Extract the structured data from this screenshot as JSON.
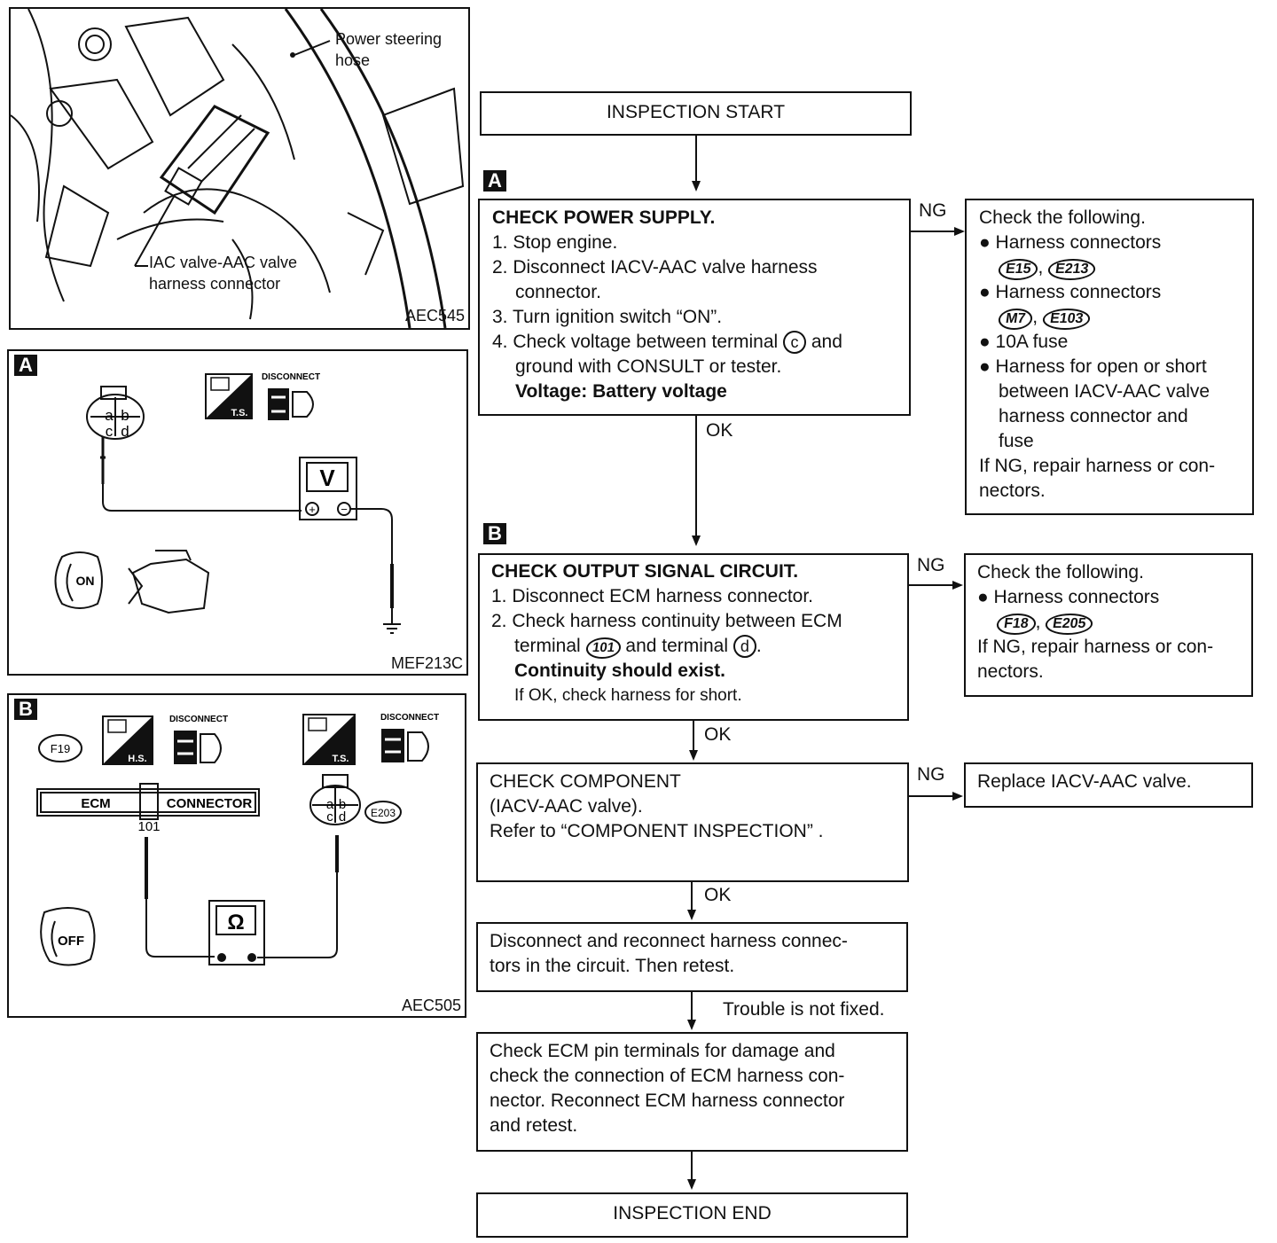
{
  "figures": {
    "top": {
      "label_hose": [
        "Power steering",
        "hose"
      ],
      "label_connector": [
        "IAC valve-AAC valve",
        "harness connector"
      ],
      "code": "AEC545"
    },
    "a": {
      "tag": "A",
      "ts": "T.S.",
      "disconnect": "DISCONNECT",
      "pins": [
        "a",
        "b",
        "c",
        "d"
      ],
      "meter": "V",
      "key": "ON",
      "code": "MEF213C"
    },
    "b": {
      "tag": "B",
      "hs": "H.S.",
      "ts": "T.S.",
      "disconnect1": "DISCONNECT",
      "disconnect2": "DISCONNECT",
      "f19": "F19",
      "ecm": "ECM",
      "connector": "CONNECTOR",
      "pin101": "101",
      "pins": [
        "a",
        "b",
        "c",
        "d"
      ],
      "e203": "E203",
      "meter": "Ω",
      "key": "OFF",
      "code": "AEC505"
    }
  },
  "flow": {
    "start": "INSPECTION START",
    "tag_a": "A",
    "step_a": {
      "title": "CHECK POWER SUPPLY.",
      "l1": "1. Stop engine.",
      "l2a": "2. Disconnect IACV-AAC valve harness",
      "l2b": "connector.",
      "l3": "3. Turn ignition switch “ON”.",
      "l4a": "4. Check voltage between terminal",
      "l4term": "c",
      "l4and": "and",
      "l4b": "ground with CONSULT or tester.",
      "l5": "Voltage: Battery voltage"
    },
    "ng1": "NG",
    "ok1": "OK",
    "check1": {
      "title": "Check the following.",
      "i1": "Harness connectors",
      "c1a": "E15",
      "c1b": "E213",
      "i2": "Harness connectors",
      "c2a": "M7",
      "c2b": "E103",
      "i3": "10A fuse",
      "i4a": "Harness for open or short",
      "i4b": "between IACV-AAC valve",
      "i4c": "harness connector and",
      "i4d": "fuse",
      "r1": "If NG, repair harness or con-",
      "r2": "nectors."
    },
    "tag_b": "B",
    "step_b": {
      "title": "CHECK OUTPUT SIGNAL CIRCUIT.",
      "l1": "1. Disconnect ECM harness connector.",
      "l2a": "2. Check harness continuity between ECM",
      "l2b": "terminal",
      "l2term1": "101",
      "l2and": "and terminal",
      "l2term2": "d",
      "l3": "Continuity should exist.",
      "l4": "If OK, check harness for short."
    },
    "ng2": "NG",
    "ok2": "OK",
    "check2": {
      "title": "Check the following.",
      "i1": "Harness connectors",
      "c1a": "F18",
      "c1b": "E205",
      "r1": "If NG, repair harness or con-",
      "r2": "nectors."
    },
    "step_c": {
      "l1": "CHECK COMPONENT",
      "l2": "(IACV-AAC valve).",
      "l3": "Refer to “COMPONENT INSPECTION” ."
    },
    "ng3": "NG",
    "ok3": "OK",
    "replace": "Replace IACV-AAC valve.",
    "step_d": {
      "l1": "Disconnect and reconnect harness connec-",
      "l2": "tors in the circuit. Then retest."
    },
    "trouble": "Trouble is not fixed.",
    "step_e": {
      "l1": "Check ECM pin terminals for damage and",
      "l2": "check the connection of ECM harness con-",
      "l3": "nector. Reconnect ECM harness connector",
      "l4": "and retest."
    },
    "end": "INSPECTION END"
  }
}
